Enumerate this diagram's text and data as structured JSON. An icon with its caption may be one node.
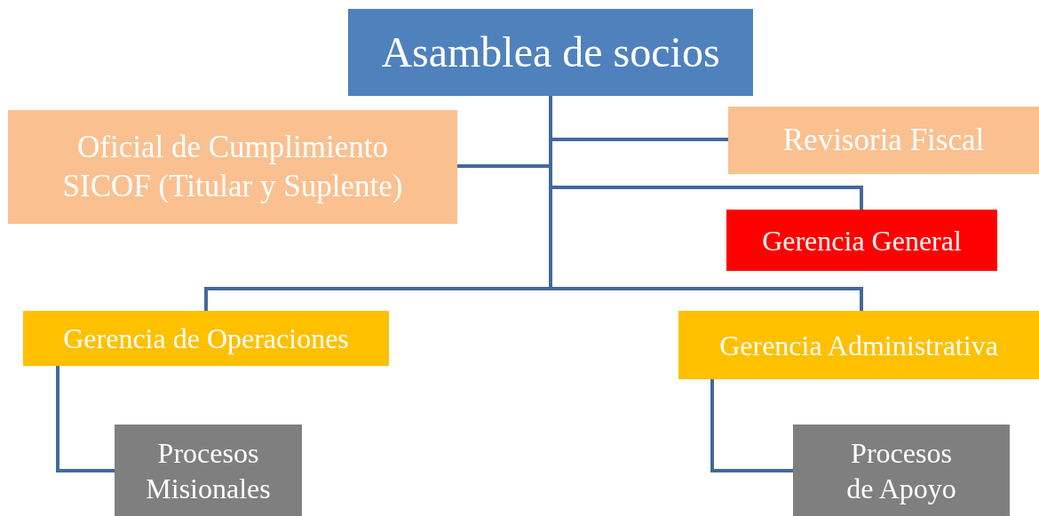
{
  "diagram": {
    "nodes": [
      {
        "text": [
          "Asamblea de socios"
        ]
      },
      {
        "text": [
          "Oficial de Cumplimiento SICOF (Titular y Suplente)"
        ]
      },
      {
        "text": [
          "Revisoria Fiscal"
        ]
      },
      {
        "text": [
          "Gerencia General"
        ]
      },
      {
        "text": [
          "Gerencia de Operaciones"
        ]
      },
      {
        "text": [
          "Gerencia Administrativa"
        ]
      },
      {
        "text": [
          "Procesos Misionales"
        ]
      },
      {
        "text": [
          "Procesos de Apoyo"
        ]
      }
    ],
    "edges": [
      {
        "from": 0,
        "to": 1,
        "arrow": "none"
      },
      {
        "from": 0,
        "to": 2,
        "arrow": "none"
      },
      {
        "from": 0,
        "to": 3,
        "arrow": "none"
      },
      {
        "from": 0,
        "to": 4,
        "arrow": "none"
      },
      {
        "from": 0,
        "to": 5,
        "arrow": "none"
      },
      {
        "from": 4,
        "to": 6,
        "arrow": "none"
      },
      {
        "from": 5,
        "to": 7,
        "arrow": "none"
      }
    ]
  }
}
